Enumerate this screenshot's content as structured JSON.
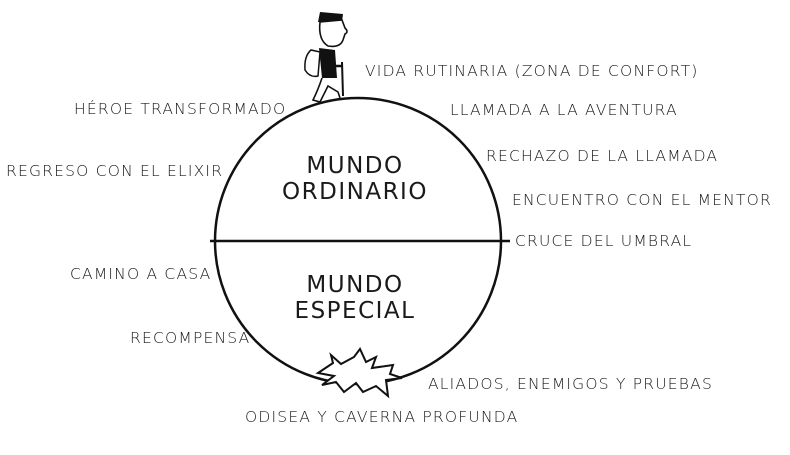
{
  "diagram": {
    "worlds": {
      "ordinary": [
        "MUNDO",
        "ORDINARIO"
      ],
      "special": [
        "MUNDO",
        "ESPECIAL"
      ]
    },
    "stages": {
      "vida_rutinaria": "VIDA RUTINARIA (ZONA DE CONFORT)",
      "llamada": "LLAMADA A LA AVENTURA",
      "rechazo": "RECHAZO DE LA LLAMADA",
      "mentor": "ENCUENTRO CON EL MENTOR",
      "umbral": "CRUCE DEL UMBRAL",
      "aliados": "ALIADOS, ENEMIGOS Y PRUEBAS",
      "odisea": "ODISEA Y CAVERNA PROFUNDA",
      "recompensa": "RECOMPENSA",
      "camino": "CAMINO A CASA",
      "regreso": "REGRESO CON EL ELIXIR",
      "heroe": "HÉROE TRANSFORMADO"
    }
  }
}
